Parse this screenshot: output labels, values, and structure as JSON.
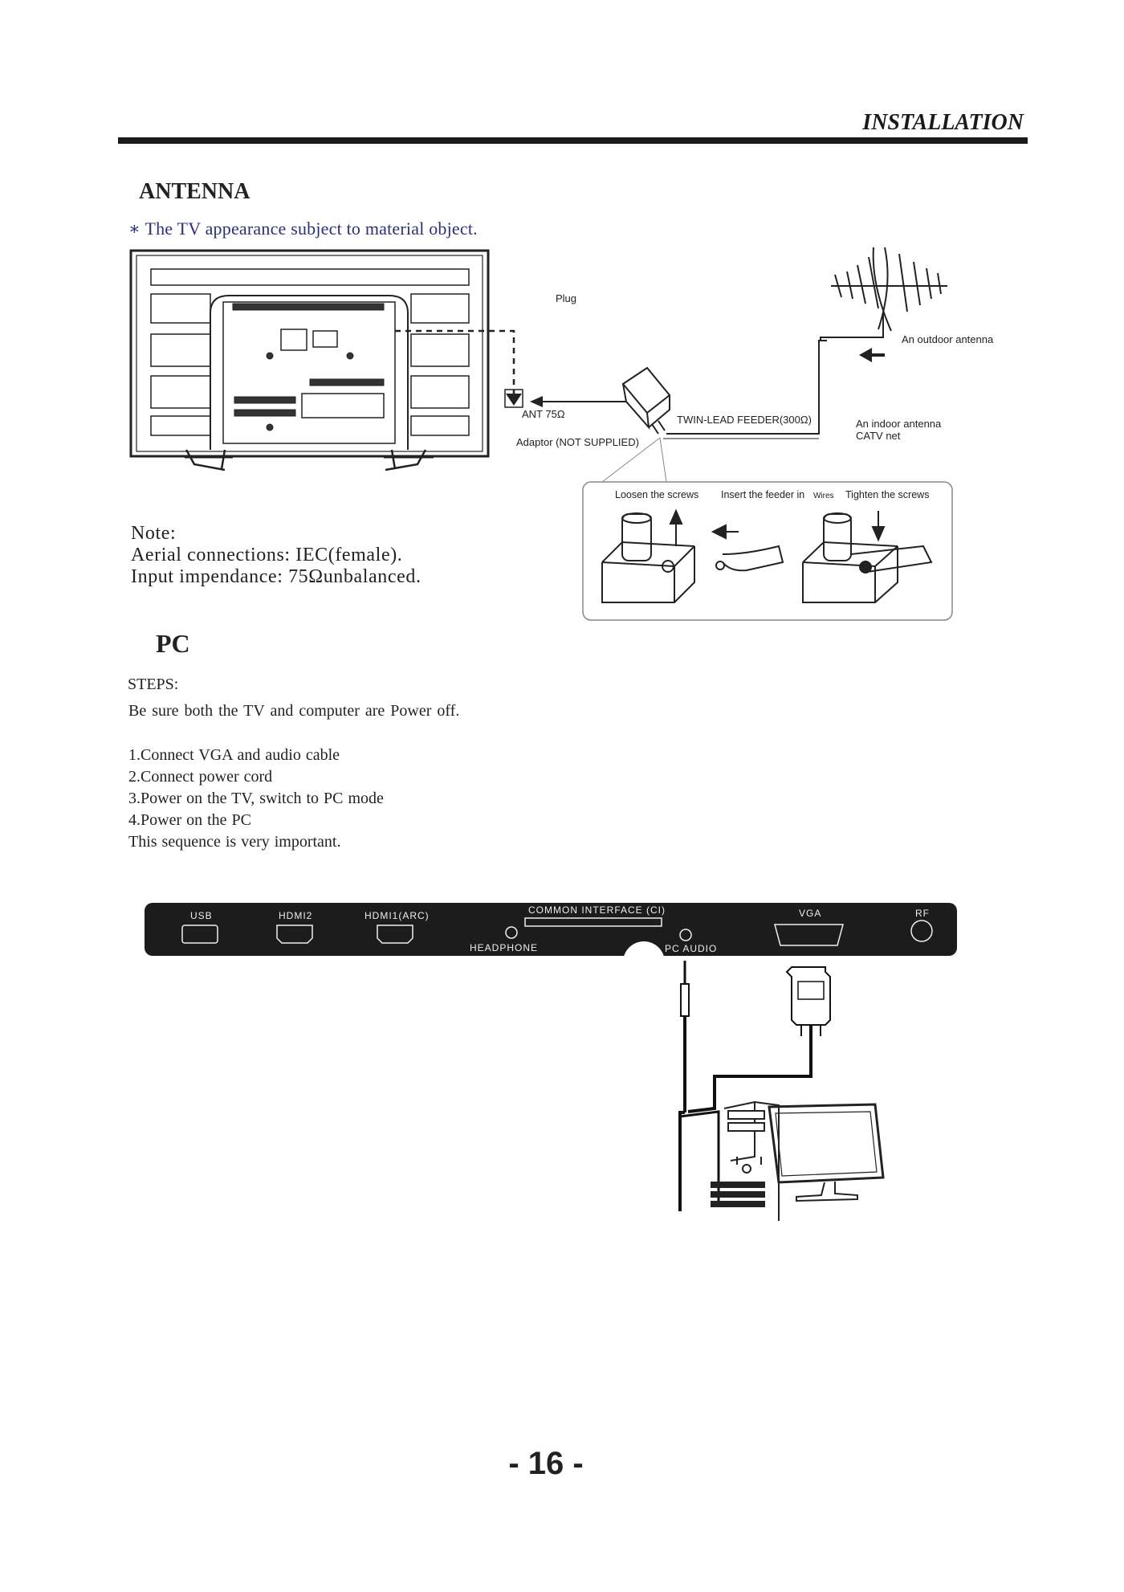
{
  "header": {
    "section_title": "INSTALLATION"
  },
  "antenna": {
    "heading": "ANTENNA",
    "appearance_note": "∗ The TV appearance subject to material object.",
    "labels": {
      "plug": "Plug",
      "outdoor_antenna": "An outdoor antenna",
      "ant": "ANT 75Ω",
      "adaptor": "Adaptor  (NOT SUPPLIED)",
      "twin_lead": "TWIN-LEAD FEEDER(300Ω)",
      "indoor_antenna": "An indoor antenna",
      "catv": "CATV net",
      "loosen": "Loosen the screws",
      "insert": "Insert the feeder in",
      "wires": "Wires",
      "tighten": "Tighten the screws"
    },
    "note": {
      "title": "Note:",
      "line1": "Aerial connections: IEC(female).",
      "line2": "Input impendance: 75Ωunbalanced."
    }
  },
  "pc": {
    "heading": "PC",
    "steps_label": "STEPS:",
    "intro": "Be sure both the TV and computer are Power off.",
    "steps": [
      "1.Connect VGA  and audio cable",
      "2.Connect power cord",
      "3.Power on the TV, switch to PC mode",
      "4.Power on the PC",
      "This sequence is very important."
    ],
    "ports": {
      "usb": "USB",
      "hdmi2": "HDMI2",
      "hdmi1": "HDMI1(ARC)",
      "ci": "COMMON INTERFACE (CI)",
      "headphone": "HEADPHONE",
      "pc_audio": "PC AUDIO",
      "vga": "VGA",
      "rf": "RF"
    }
  },
  "footer": {
    "page_number": "- 16 -"
  }
}
